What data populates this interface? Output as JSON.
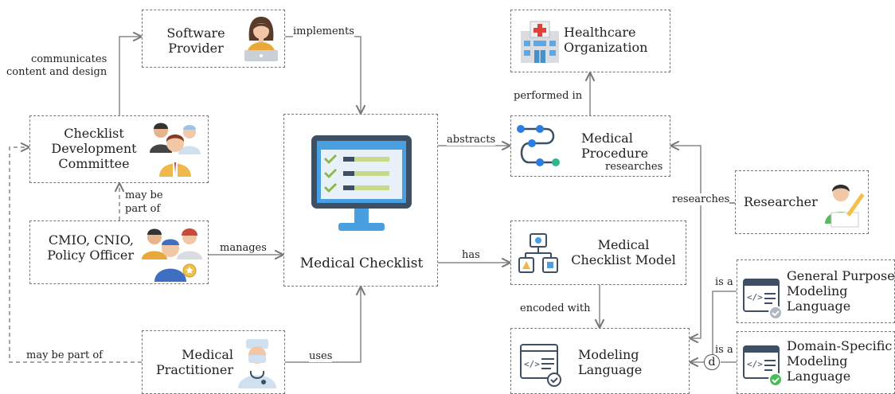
{
  "nodes": {
    "software_provider": "Software\nProvider",
    "healthcare_org": "Healthcare\nOrganization",
    "checklist_committee": "Checklist\nDevelopment\nCommittee",
    "medical_checklist": "Medical Checklist",
    "medical_procedure": "Medical\nProcedure",
    "researcher": "Researcher",
    "cmio": "CMIO, CNIO,\nPolicy Officer",
    "checklist_model": "Medical\nChecklist Model",
    "general_purpose": "General Purpose\nModeling\nLanguage",
    "modeling_language": "Modeling\nLanguage",
    "domain_specific": "Domain-Specific\nModeling\nLanguage",
    "medical_practitioner": "Medical\nPractitioner"
  },
  "edges": {
    "implements": "implements",
    "communicates": "communicates\ncontent and design",
    "performed_in": "performed in",
    "abstracts": "abstracts",
    "researches_procedure": "researches",
    "researches_left": "researches",
    "may_be_part_of_1": "may be\npart of",
    "manages": "manages",
    "has": "has",
    "encoded_with": "encoded with",
    "is_a_1": "is a",
    "is_a_2": "is a",
    "may_be_part_of_2": "may be part of",
    "uses": "uses"
  },
  "disjoint_marker": "d",
  "colors": {
    "border": "#777777",
    "monitor": "#3d4f63",
    "screen": "#4a9fe0",
    "check": "#8cb84a",
    "accent_green": "#2eb88a"
  }
}
